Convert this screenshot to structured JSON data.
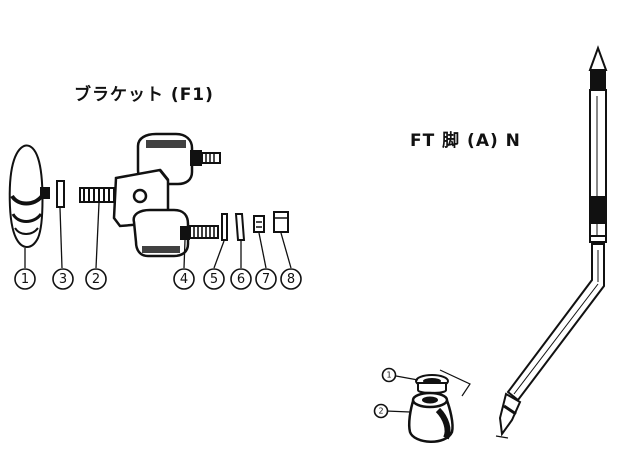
{
  "diagram": {
    "left_title": "ブラケット (F1)",
    "right_title": "FT 脚 (A) N",
    "left_callouts": [
      {
        "name": "callout-1",
        "label": "1"
      },
      {
        "name": "callout-3",
        "label": "3"
      },
      {
        "name": "callout-2",
        "label": "2"
      },
      {
        "name": "callout-4",
        "label": "4"
      },
      {
        "name": "callout-5",
        "label": "5"
      },
      {
        "name": "callout-6",
        "label": "6"
      },
      {
        "name": "callout-7",
        "label": "7"
      },
      {
        "name": "callout-8",
        "label": "8"
      }
    ],
    "right_callouts": [
      {
        "name": "callout-r1",
        "label": "1"
      },
      {
        "name": "callout-r2",
        "label": "2"
      }
    ],
    "colors": {
      "ink": "#111111",
      "paper": "#ffffff"
    }
  }
}
